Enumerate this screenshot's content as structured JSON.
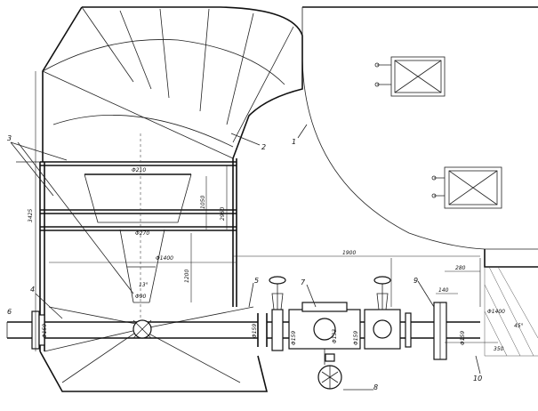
{
  "diagram": {
    "callouts": [
      "1",
      "2",
      "3",
      "4",
      "5",
      "6",
      "7",
      "8",
      "9",
      "10"
    ],
    "dimensions": {
      "d_top": "Φ210",
      "d_mid": "Φ270",
      "d_large": "Φ1400",
      "d_small": "Φ90",
      "d_left_pipe": "Φ159",
      "d_nozzle": "Φ159",
      "d_valve1": "Φ159",
      "d_center": "Φ133",
      "d_pipe2": "Φ159",
      "d_pipe3": "Φ159",
      "d_outlet": "Φ1400",
      "h_total": "3425",
      "h_box": "1050",
      "h_box2": "2960",
      "h_lower": "1200",
      "w_1900": "1900",
      "w_280": "280",
      "w_140": "140",
      "w_350": "350",
      "angle_13": "13°",
      "angle_45": "45°"
    }
  }
}
